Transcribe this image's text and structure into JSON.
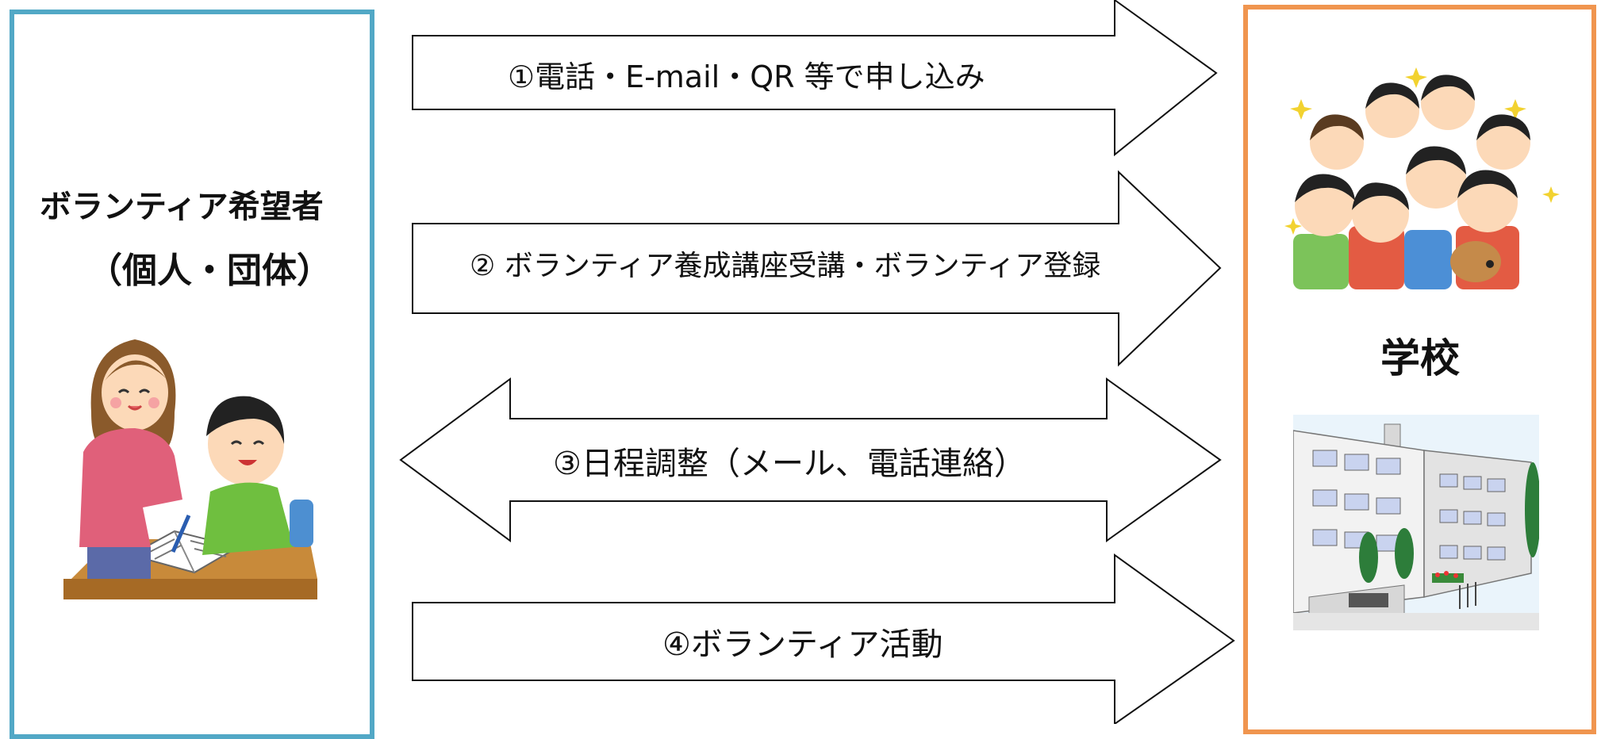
{
  "left_panel": {
    "title_line1": "ボランティア希望者",
    "title_line2": "（個人・団体）",
    "border_color": "#52a8c6"
  },
  "right_panel": {
    "title": "学校",
    "border_color": "#f0954f"
  },
  "steps": [
    {
      "label": "①電話・E-mail・QR 等で申し込み",
      "direction": "right"
    },
    {
      "label": "② ボランティア養成講座受講・ボランティア登録",
      "direction": "right"
    },
    {
      "label": "③日程調整（メール、電話連絡）",
      "direction": "both"
    },
    {
      "label": "④ボランティア活動",
      "direction": "right"
    }
  ],
  "illustrations": {
    "left": "tutor-helping-child-study-illustration",
    "right_top": "cheering-children-group-illustration",
    "right_bottom": "school-building-illustration"
  }
}
